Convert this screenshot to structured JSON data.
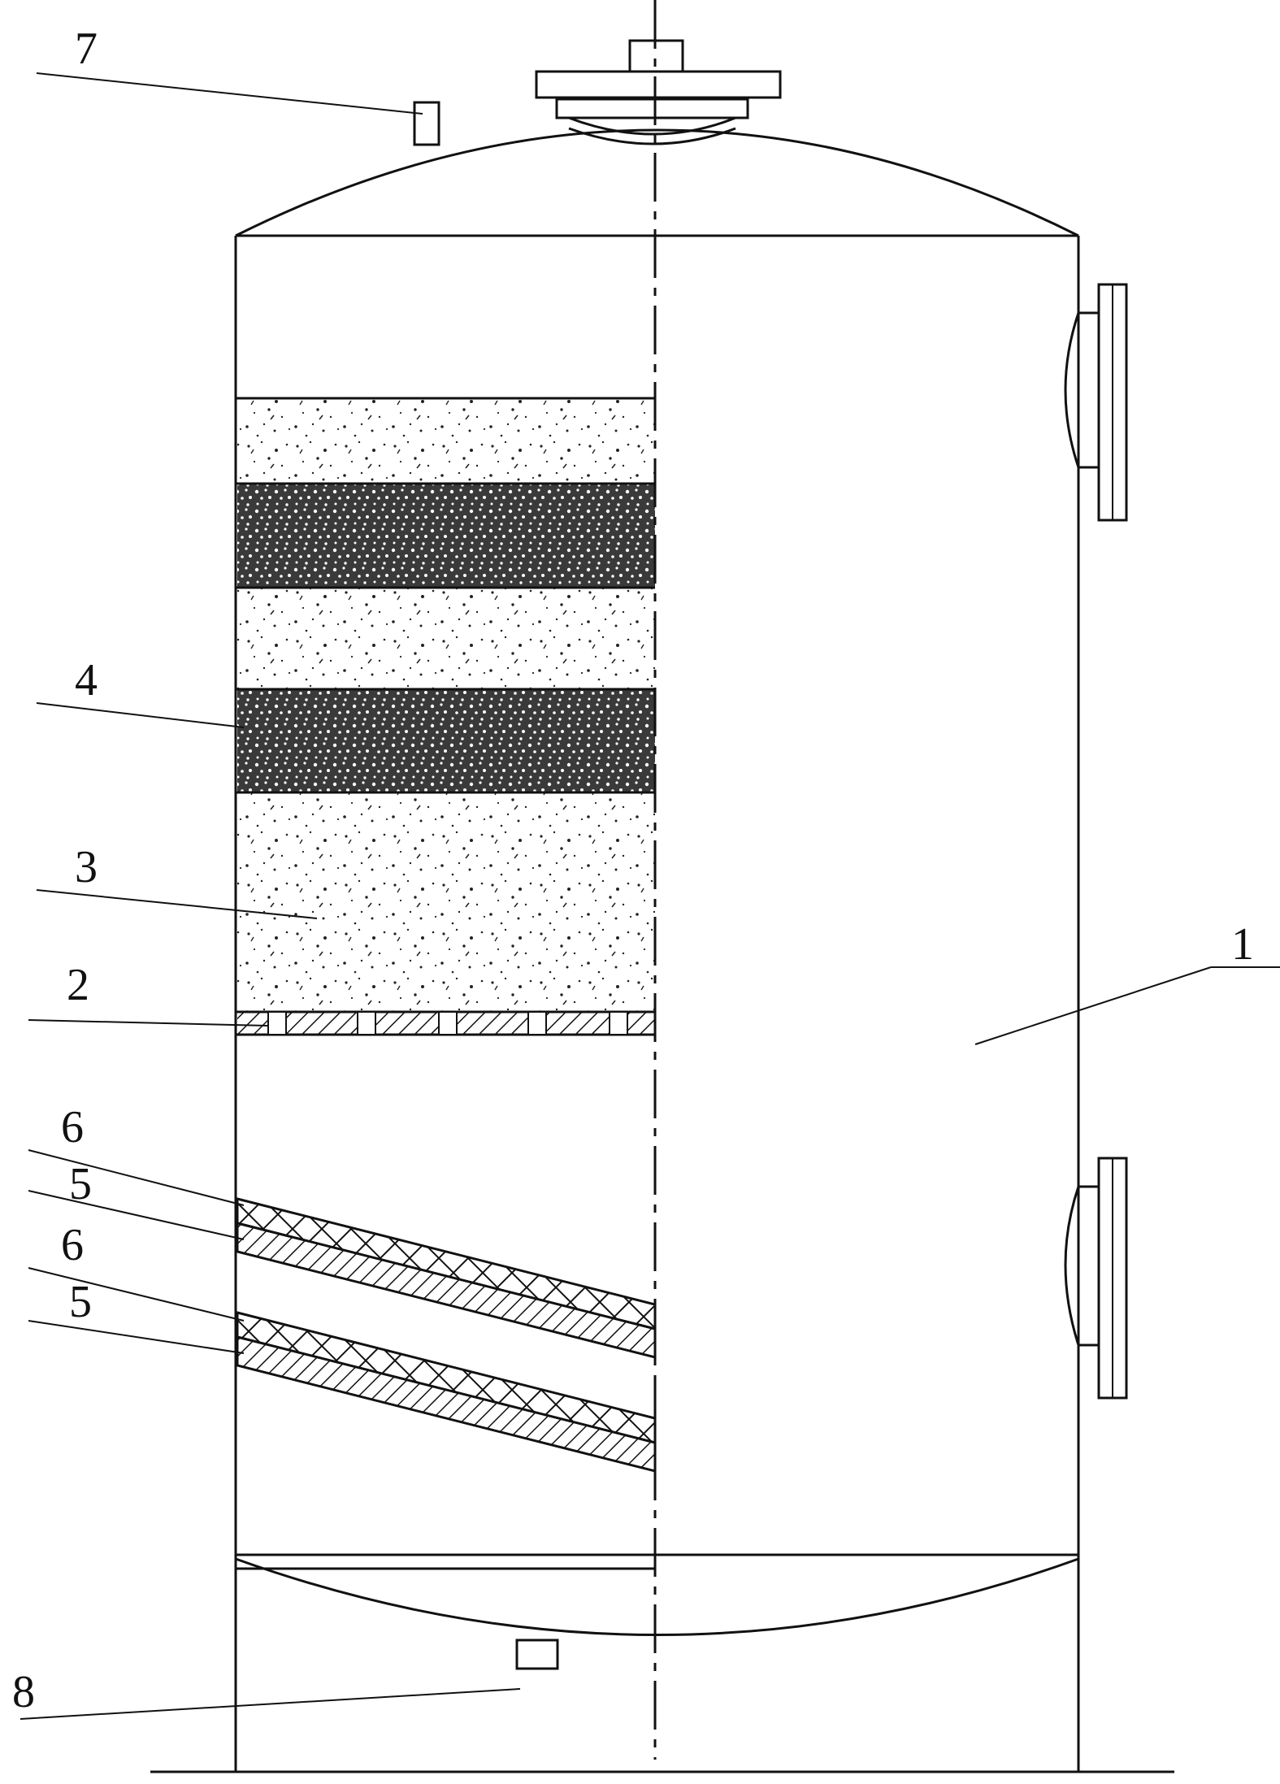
{
  "labels": {
    "shell": "1",
    "support_plate": "2",
    "filter_layer_light": "3",
    "filter_layer_dark": "4",
    "baffle_lower_a": "5",
    "baffle_upper_a": "6",
    "baffle_lower_b": "5",
    "baffle_upper_b": "6",
    "top_vent": "7",
    "bottom_drain": "8"
  },
  "colors": {
    "line": "#111111",
    "background": "#ffffff",
    "dark_layer": "#2a2a2a",
    "light_layer": "#f2f2f2"
  }
}
